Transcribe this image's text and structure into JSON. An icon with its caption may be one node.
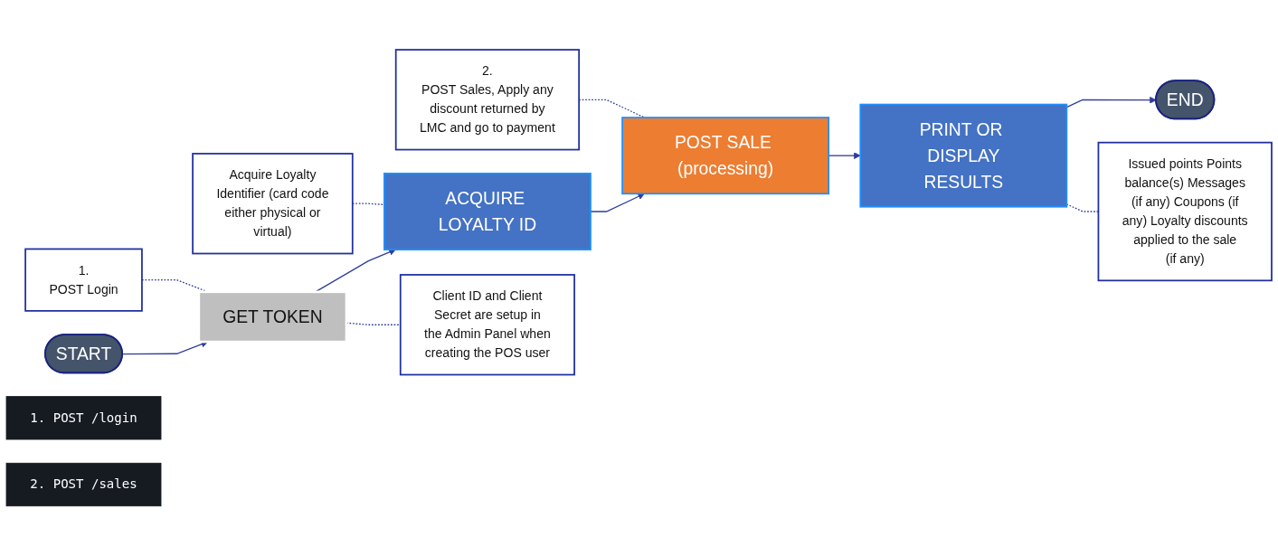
{
  "diagram": {
    "nodes": [
      {
        "text": [
          "START"
        ]
      },
      {
        "text": [
          "GET TOKEN"
        ]
      },
      {
        "text": [
          "ACQUIRE LOYALTY ID"
        ]
      },
      {
        "text": [
          "POST SALE (processing)"
        ]
      },
      {
        "text": [
          "PRINT OR DISPLAY RESULTS"
        ]
      },
      {
        "text": [
          "END"
        ]
      },
      {
        "text": [
          "1.",
          "POST Login"
        ]
      },
      {
        "text": [
          "Acquire Loyalty Identifier (card code either physical or virtual)"
        ]
      },
      {
        "text": [
          "2.",
          "POST Sales, Apply any discount returned by LMC and go to payment"
        ]
      },
      {
        "text": [
          "Client ID and Client Secret are setup in the Admin Panel when creating the POS user"
        ]
      },
      {
        "text": [
          "Issued points Points balance(s) Messages (if any) Coupons (if any) Loyalty discounts applied to the sale (if any)"
        ]
      },
      {
        "text": [
          "1.",
          "POST",
          "/login"
        ]
      },
      {
        "text": [
          "2.",
          "POST",
          "/sales"
        ]
      }
    ],
    "edges": [
      {
        "from": 0,
        "to": 1,
        "arrow": "to"
      },
      {
        "from": 1,
        "to": 2,
        "arrow": "to"
      },
      {
        "from": 2,
        "to": 3,
        "arrow": "to"
      },
      {
        "from": 3,
        "to": 4,
        "arrow": "to"
      },
      {
        "from": 4,
        "to": 5,
        "arrow": "to"
      },
      {
        "from": 6,
        "to": 1,
        "arrow": "none",
        "style": "dashed"
      },
      {
        "from": 7,
        "to": 2,
        "arrow": "none",
        "style": "dashed"
      },
      {
        "from": 8,
        "to": 3,
        "arrow": "none",
        "style": "dashed"
      },
      {
        "from": 1,
        "to": 9,
        "arrow": "none",
        "style": "dashed"
      },
      {
        "from": 4,
        "to": 10,
        "arrow": "none",
        "style": "dashed"
      }
    ]
  }
}
